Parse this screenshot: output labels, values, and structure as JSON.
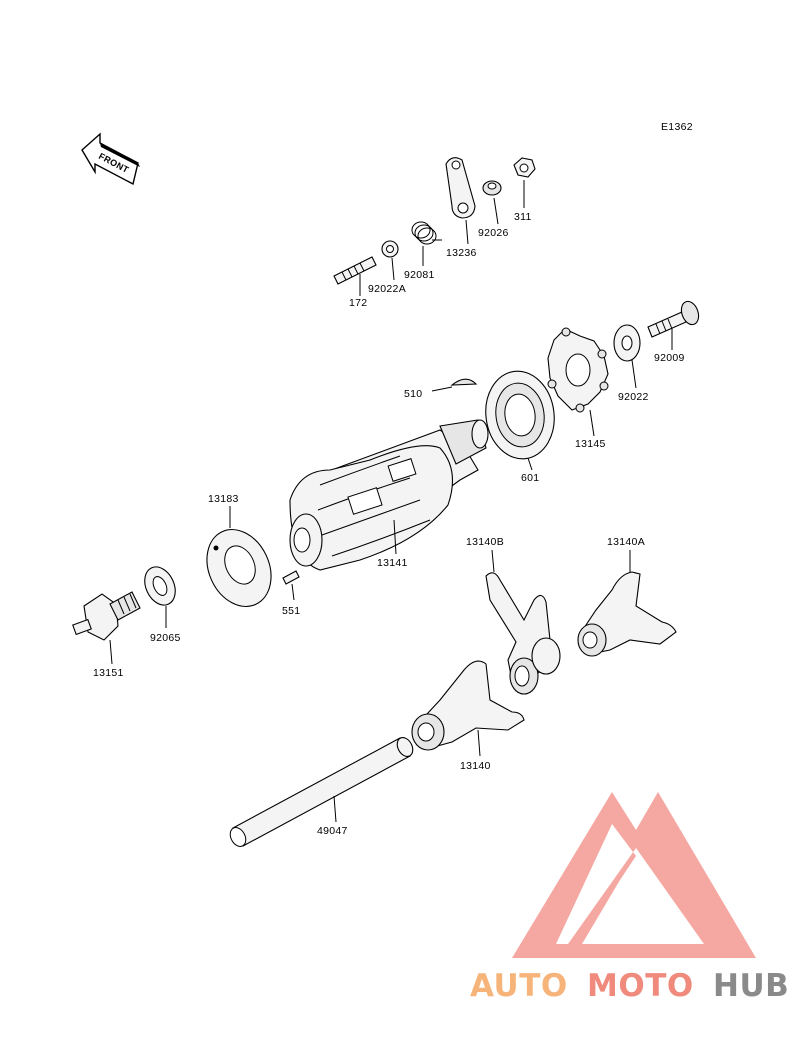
{
  "diagram_code": "E1362",
  "front_label": "FRONT",
  "watermark": {
    "word_a": "AUTO",
    "word_b": "MOTO",
    "word_c": "HUB",
    "color_a": "#f6b47a",
    "color_b": "#f08a7c",
    "color_c": "#8a8a8a",
    "mark_color": "#f28b82"
  },
  "parts": {
    "p311": "311",
    "p92026": "92026",
    "p13236": "13236",
    "p92081": "92081",
    "p92022A": "92022A",
    "p172": "172",
    "p92009": "92009",
    "p92022": "92022",
    "p510": "510",
    "p601": "601",
    "p13145": "13145",
    "p13183": "13183",
    "p13141": "13141",
    "p551": "551",
    "p13140B": "13140B",
    "p13140A": "13140A",
    "p92065": "92065",
    "p13151": "13151",
    "p13140": "13140",
    "p49047": "49047"
  }
}
